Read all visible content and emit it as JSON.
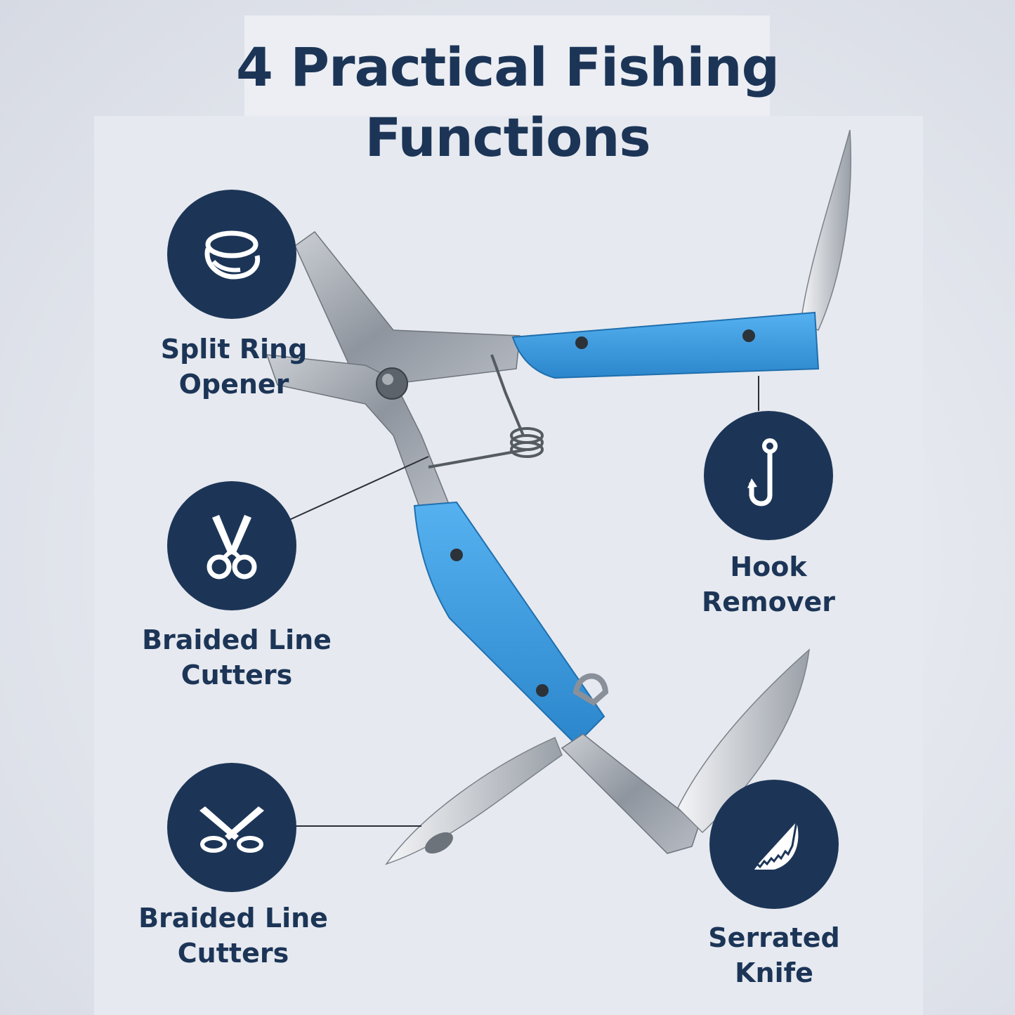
{
  "title": {
    "line1": "4 Practical Fishing",
    "line2": "Functions"
  },
  "features": [
    {
      "icon": "split-ring-icon",
      "line1": "Split Ring",
      "line2": "Opener"
    },
    {
      "icon": "scissors-icon",
      "line1": "Braided Line",
      "line2": "Cutters"
    },
    {
      "icon": "open-scissors-icon",
      "line1": "Braided Line",
      "line2": "Cutters"
    },
    {
      "icon": "fish-hook-icon",
      "line1": "Hook",
      "line2": "Remover"
    },
    {
      "icon": "serrated-knife-icon",
      "line1": "Serrated",
      "line2": "Knife"
    }
  ],
  "colors": {
    "navy": "#1c3557",
    "handle_blue": "#3a9be0",
    "steel": "#9ea4ad",
    "background": "#e6e9ef"
  }
}
